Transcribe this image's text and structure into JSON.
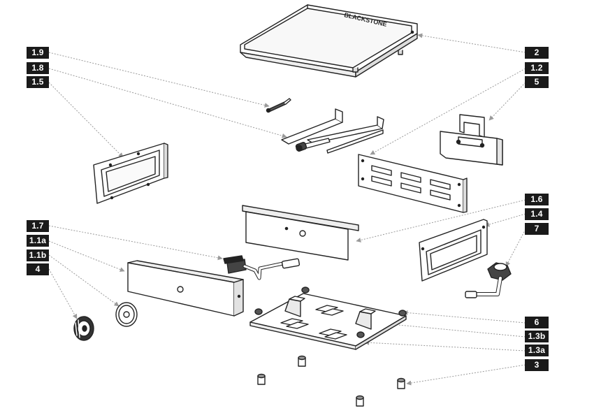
{
  "brand_text": "BLACKSTONE",
  "left_labels": [
    "1.9",
    "1.8",
    "1.5",
    "1.7",
    "1.1a",
    "1.1b",
    "4"
  ],
  "right_labels": [
    "2",
    "1.2",
    "5",
    "1.6",
    "1.4",
    "7",
    "6",
    "1.3b",
    "1.3a",
    "3"
  ],
  "colors": {
    "label_bg": "#1a1a1a",
    "label_text": "#ffffff",
    "line": "#222222",
    "leader": "#9a9a9a"
  }
}
